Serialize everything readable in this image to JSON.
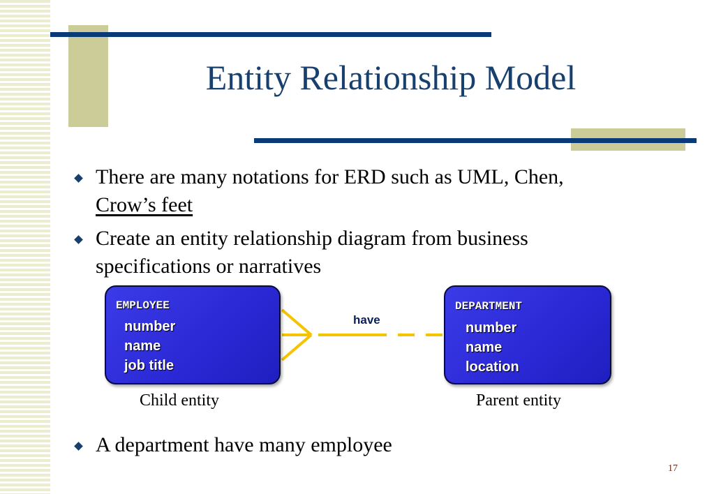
{
  "slide": {
    "title": "Entity Relationship Model",
    "bullets": [
      {
        "text": "There are many notations for ERD such as UML, Chen,",
        "link_text": "Crow’s feet"
      },
      {
        "text": "Create an entity relationship diagram from business specifications or narratives"
      },
      {
        "text": "A department have many employee"
      }
    ],
    "page_number": "17"
  },
  "diagram": {
    "child": {
      "name": "EMPLOYEE",
      "attributes": [
        "number",
        "name",
        "job title"
      ],
      "caption": "Child entity"
    },
    "parent": {
      "name": "DEPARTMENT",
      "attributes": [
        "number",
        "name",
        "location"
      ],
      "caption": "Parent entity"
    },
    "relationship_label": "have",
    "colors": {
      "entity_fill": "#2a28d4",
      "relationship_line": "#f5c400",
      "title": "#17406f",
      "accent_line": "#0b3a78",
      "accent_block": "#cccc99"
    }
  }
}
